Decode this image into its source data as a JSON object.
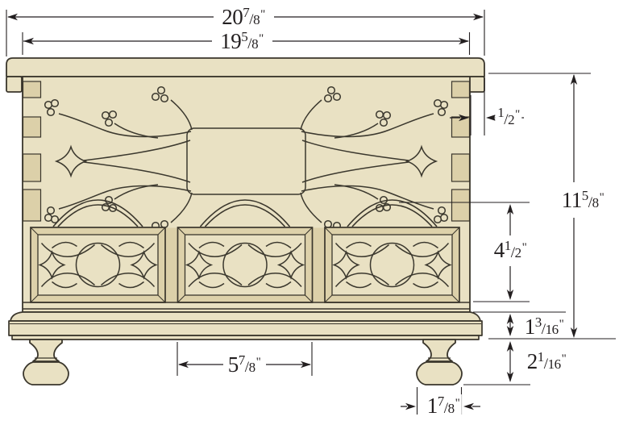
{
  "title": "Carved blanket chest - front elevation dimension drawing",
  "glyphs": {
    "fraction_slash": "/",
    "inch_mark": "\""
  },
  "dimensions": {
    "lid_width": {
      "whole": "20",
      "num": "7",
      "den": "8"
    },
    "case_width": {
      "whole": "19",
      "num": "5",
      "den": "8"
    },
    "lid_overhang": {
      "whole": "",
      "num": "1",
      "den": "2"
    },
    "case_height": {
      "whole": "11",
      "num": "5",
      "den": "8"
    },
    "panel_height": {
      "whole": "4",
      "num": "1",
      "den": "2"
    },
    "base_molding_height": {
      "whole": "1",
      "num": "3",
      "den": "16"
    },
    "foot_height": {
      "whole": "2",
      "num": "1",
      "den": "16"
    },
    "panel_width": {
      "whole": "5",
      "num": "7",
      "den": "8"
    },
    "foot_width": {
      "whole": "1",
      "num": "7",
      "den": "8"
    }
  },
  "colors": {
    "wood": "#e9e1c3",
    "wood_shadow": "#dcd0a9",
    "outline": "#3a362c",
    "dimension_lines": "#231f20",
    "background": "#ffffff"
  }
}
